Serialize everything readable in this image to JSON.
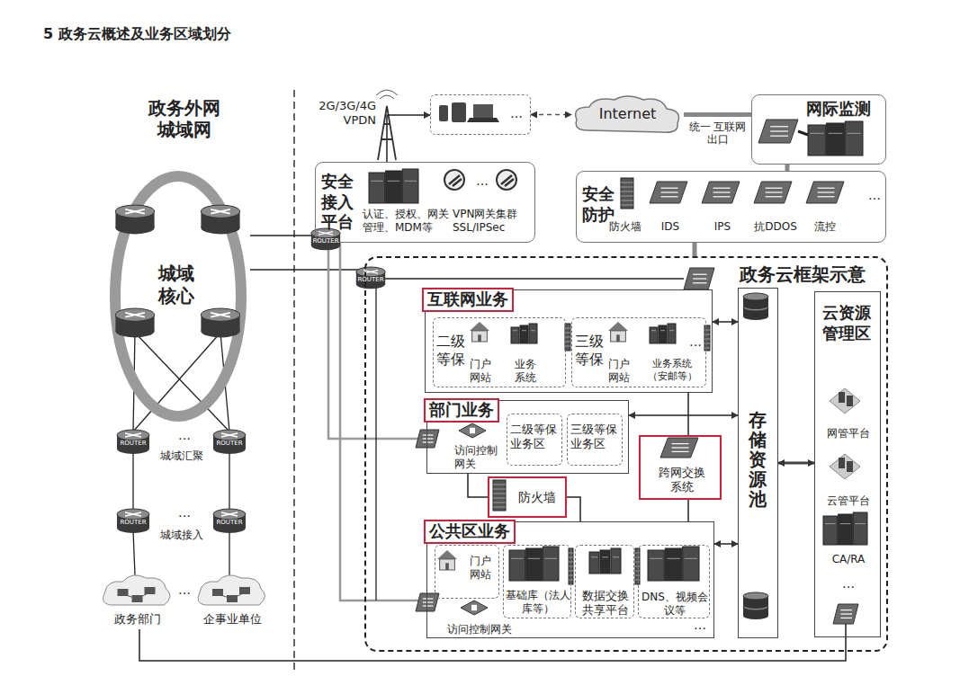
{
  "diagram": {
    "title": "5 政务云概述及业务区域划分",
    "nodes": [
      {
        "text": [
          "安全接入平台",
          "认证、授权、网关管理、MDM等",
          "…",
          "VPN网关集群 SSL/IPSec"
        ]
      },
      {
        "text": [
          "Internet"
        ]
      },
      {
        "text": [
          "网际监测"
        ]
      },
      {
        "text": [
          "安全防护",
          "防火墙",
          "IDS",
          "IPS",
          "抗DDOS",
          "流控",
          "…"
        ]
      },
      {
        "text": [
          "…"
        ]
      },
      {
        "text": [
          "政务云框架示意"
        ]
      },
      {
        "text": [
          "互联网业务"
        ],
        "in": 5
      },
      {
        "text": [
          "二级等保",
          "门户网站",
          "业务系统"
        ],
        "in": 6
      },
      {
        "text": [
          "三级等保",
          "门户网站",
          "业务系统（安邮等）",
          "…"
        ],
        "in": 6
      },
      {
        "text": [
          "部门业务",
          "访问控制网关"
        ],
        "in": 5
      },
      {
        "text": [
          "二级等保业务区"
        ],
        "in": 9
      },
      {
        "text": [
          "三级等保业务区"
        ],
        "in": 9
      },
      {
        "text": [
          "防火墙"
        ],
        "in": 5
      },
      {
        "text": [
          "跨网交换系统"
        ],
        "in": 5
      },
      {
        "text": [
          "公共区业务",
          "访问控制网关",
          "…"
        ],
        "in": 5
      },
      {
        "text": [
          "门户网站"
        ],
        "in": 14
      },
      {
        "text": [
          "基础库（法人库等）"
        ],
        "in": 14
      },
      {
        "text": [
          "数据交换共享平台"
        ],
        "in": 14
      },
      {
        "text": [
          "DNS、视频会议等"
        ],
        "in": 14
      },
      {
        "text": [
          "存储资源池"
        ],
        "in": 5
      },
      {
        "text": [
          "云资源管理区",
          "网管平台",
          "云管平台",
          "CA/RA",
          "…"
        ],
        "in": 5
      },
      {
        "text": [
          "城域核心"
        ]
      },
      {
        "text": [
          "政务部门"
        ]
      },
      {
        "text": [
          "企事业单位"
        ]
      }
    ],
    "edges": [
      {
        "from": 4,
        "to": 1,
        "arrow": "both"
      },
      {
        "from": 0,
        "to": 4,
        "arrow": "to"
      },
      {
        "from": 1,
        "to": 2,
        "arrow": "none",
        "label": "统一 互联网出口"
      },
      {
        "from": 2,
        "to": 3,
        "arrow": "none"
      },
      {
        "from": 3,
        "to": 5,
        "arrow": "none"
      },
      {
        "from": 21,
        "to": 0,
        "arrow": "none"
      },
      {
        "from": 21,
        "to": 5,
        "arrow": "none"
      },
      {
        "from": 0,
        "to": 9,
        "arrow": "none"
      },
      {
        "from": 0,
        "to": 14,
        "arrow": "none"
      },
      {
        "from": 9,
        "to": 12,
        "arrow": "none"
      },
      {
        "from": 12,
        "to": 14,
        "arrow": "none"
      },
      {
        "from": 13,
        "to": 6,
        "arrow": "none"
      },
      {
        "from": 13,
        "to": 14,
        "arrow": "none"
      },
      {
        "from": 6,
        "to": 19,
        "arrow": "both"
      },
      {
        "from": 9,
        "to": 19,
        "arrow": "both"
      },
      {
        "from": 14,
        "to": 19,
        "arrow": "both"
      },
      {
        "from": 19,
        "to": 20,
        "arrow": "both"
      }
    ],
    "labels": [
      "政务外网 城域网",
      "2G/3G/4G VPDN",
      "城域汇聚",
      "…",
      "城域接入",
      "…",
      "…",
      "ROUTER",
      "ROUTER",
      "ROUTER",
      "ROUTER",
      "ROUTER",
      "ROUTER"
    ]
  }
}
